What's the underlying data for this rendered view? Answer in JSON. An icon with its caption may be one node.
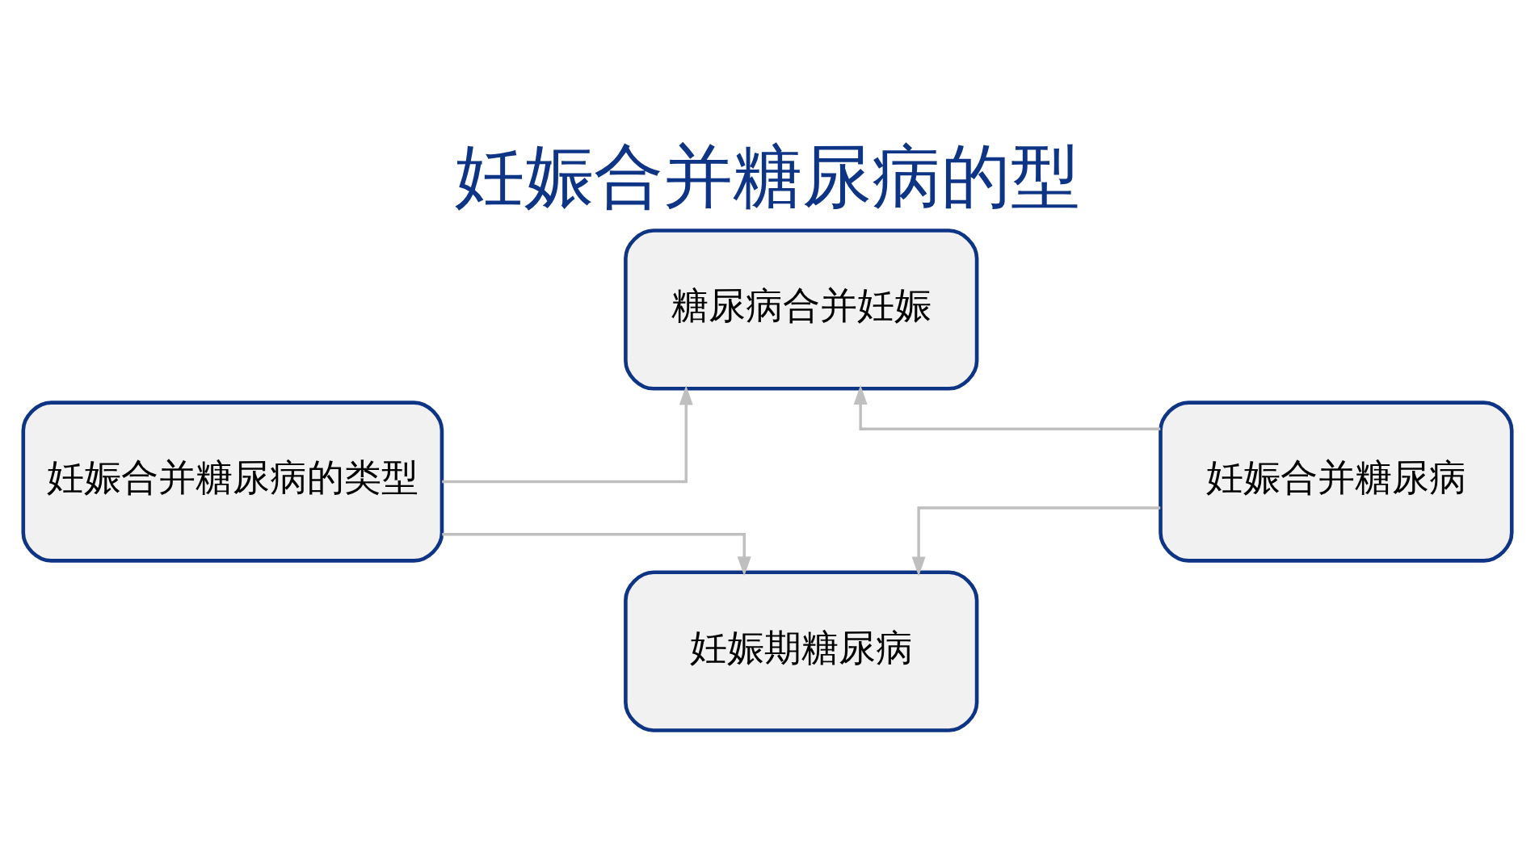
{
  "diagram": {
    "title": "妊娠合并糖尿病的型",
    "nodes": [
      {
        "text": [
          "糖尿病合并妊娠"
        ]
      },
      {
        "text": [
          "妊娠合并糖尿病的类型"
        ]
      },
      {
        "text": [
          "妊娠合并糖尿病"
        ]
      },
      {
        "text": [
          "妊娠期糖尿病"
        ]
      }
    ],
    "edges": [
      {
        "from": 1,
        "to": 0,
        "arrow": "to"
      },
      {
        "from": 1,
        "to": 3,
        "arrow": "to"
      },
      {
        "from": 2,
        "to": 0,
        "arrow": "to"
      },
      {
        "from": 2,
        "to": 3,
        "arrow": "to"
      }
    ]
  }
}
